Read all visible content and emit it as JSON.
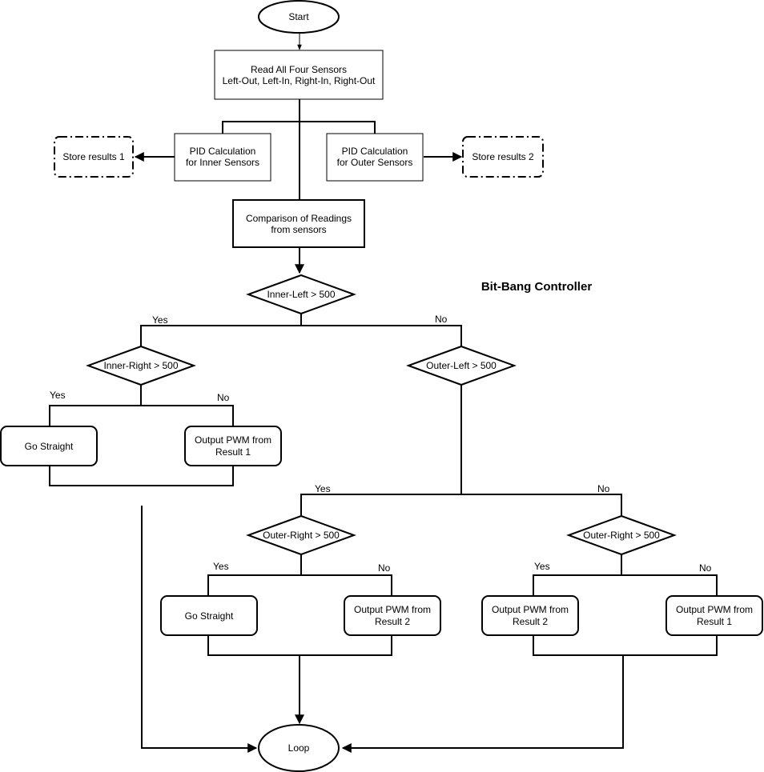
{
  "diagram": {
    "title": "Bit-Bang Controller",
    "start": "Start",
    "read": [
      "Read All Four Sensors",
      "Left-Out, Left-In, Right-In, Right-Out"
    ],
    "pid_inner": [
      "PID Calculation",
      "for Inner Sensors"
    ],
    "pid_outer": [
      "PID Calculation",
      "for Outer Sensors"
    ],
    "store1": "Store results 1",
    "store2": "Store results 2",
    "compare": [
      "Comparison of Readings",
      "from sensors"
    ],
    "d_inner_left": "Inner-Left > 500",
    "d_inner_right": "Inner-Right > 500",
    "d_outer_left": "Outer-Left > 500",
    "d_outer_right_a": "Outer-Right > 500",
    "d_outer_right_b": "Outer-Right > 500",
    "go_straight_1": "Go Straight",
    "pwm_r1_a": [
      "Output PWM from",
      "Result 1"
    ],
    "go_straight_2": "Go Straight",
    "pwm_r2_a": [
      "Output PWM from",
      "Result 2"
    ],
    "pwm_r2_b": [
      "Output PWM from",
      "Result 2"
    ],
    "pwm_r1_b": [
      "Output PWM from",
      "Result 1"
    ],
    "loop": "Loop",
    "yes_label": "Yes",
    "no_label": "No"
  }
}
